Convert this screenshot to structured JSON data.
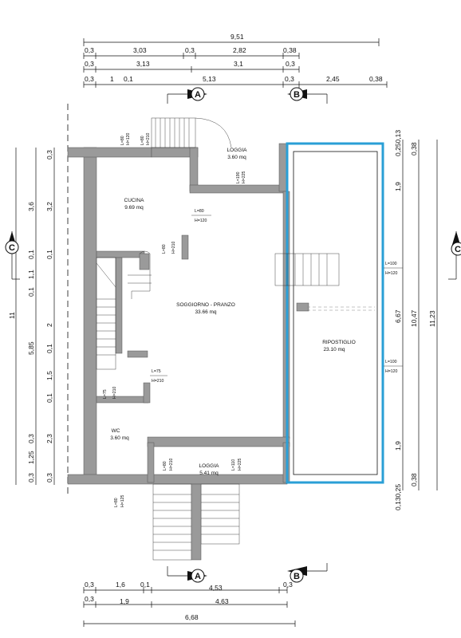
{
  "dimensions_top": {
    "row1": [
      "9,51"
    ],
    "row2": [
      "0,3",
      "3,03",
      "0,3",
      "2,82",
      "0,38"
    ],
    "row3": [
      "0,3",
      "3,13",
      "3,1",
      "0,3"
    ],
    "row4": [
      "0,3",
      "1",
      "0,1",
      "5,13",
      "0,3",
      "2,45",
      "0,38"
    ]
  },
  "dimensions_bottom": {
    "row1": [
      "0,3",
      "1,6",
      "0,1",
      "4,53",
      "0,3"
    ],
    "row2": [
      "0,3",
      "1,9",
      "4,63"
    ],
    "row3": [
      "6,68"
    ]
  },
  "dimensions_left": {
    "outer": [
      "11"
    ],
    "middle": [
      "3,6",
      "0,1",
      "1,1",
      "0,1",
      "5,85",
      "0,3",
      "1,25",
      "0,3"
    ],
    "inner": [
      "0,3",
      "3,2",
      "0,1",
      "2",
      "0,1",
      "1,5",
      "0,1",
      "2,3",
      "0,3"
    ]
  },
  "dimensions_right": {
    "inner": [
      "0,250,13",
      "1,9",
      "6,67",
      "1,9",
      "0,130,25"
    ],
    "middle": [
      "0,38",
      "10,47",
      "0,38"
    ],
    "outer": [
      "11,23"
    ]
  },
  "section_markers": {
    "a": "A",
    "b": "B",
    "c": "C"
  },
  "rooms": {
    "loggia_top": {
      "name": "LOGGIA",
      "area": "3.60 mq"
    },
    "cucina": {
      "name": "CUCINA",
      "area": "9.69 mq"
    },
    "soggiorno": {
      "name": "SOGGIORNO - PRANZO",
      "area": "33.66 mq"
    },
    "ripostiglio": {
      "name": "RIPOSTIGLIO",
      "area": "23.10 mq"
    },
    "wc": {
      "name": "WC",
      "area": "3.60 mq"
    },
    "loggia_bottom": {
      "name": "LOGGIA",
      "area": "5.41 mq"
    }
  },
  "openings": {
    "o1": {
      "l": "L=80",
      "h": "H=120"
    },
    "o2": {
      "l": "L=80",
      "h": "H=210"
    },
    "o3": {
      "l": "L=190",
      "h": "H=225"
    },
    "o4": {
      "l": "L=80",
      "h": "H=120"
    },
    "o5": {
      "l": "L=80",
      "h": "H=210"
    },
    "o6": {
      "l": "L=100",
      "h": "H=120"
    },
    "o7": {
      "l": "L=100",
      "h": "H=120"
    },
    "o8": {
      "l": "L=75",
      "h": "H=210"
    },
    "o9": {
      "l": "L=75",
      "h": "H=210"
    },
    "o10": {
      "l": "L=80",
      "h": "H=210"
    },
    "o11": {
      "l": "L=110",
      "h": "H=225"
    },
    "o12": {
      "l": "L=80",
      "h": "H=125"
    }
  },
  "colors": {
    "wall": "#9a9a9a",
    "ripostiglio_outline": "#2a9fd6",
    "line": "#111111"
  }
}
